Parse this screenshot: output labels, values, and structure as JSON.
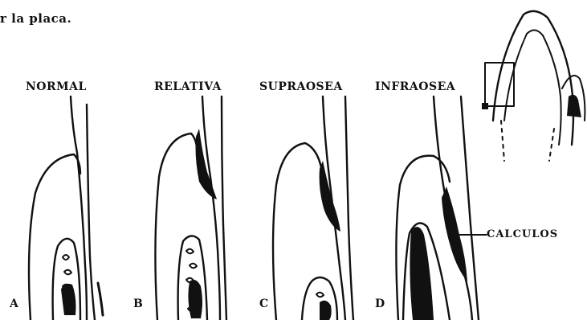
{
  "caption": "r la placa.",
  "columns": [
    {
      "title": "NORMAL",
      "letter": "A"
    },
    {
      "title": "RELATIVA",
      "letter": "B"
    },
    {
      "title": "SUPRAOSEA",
      "letter": "C"
    },
    {
      "title": "INFRAOSEA",
      "letter": "D"
    }
  ],
  "callout_label": "CALCULOS",
  "colors": {
    "ink": "#111111",
    "background": "#ffffff"
  }
}
